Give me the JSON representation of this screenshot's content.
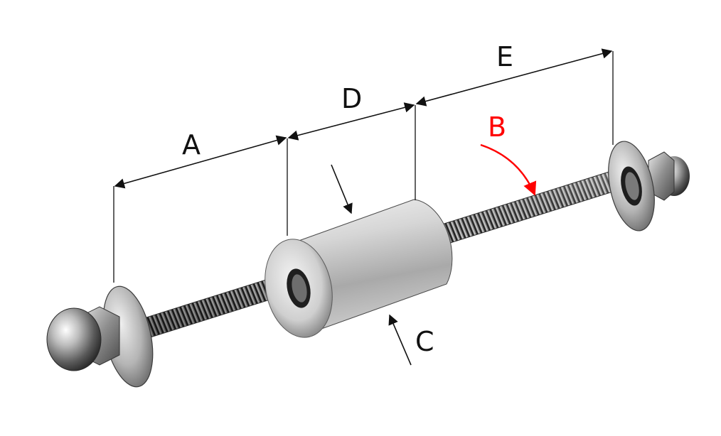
{
  "labels": {
    "A": "A",
    "B": "B",
    "C": "C",
    "D": "D",
    "E": "E"
  },
  "colors": {
    "dimension": "#111111",
    "highlight": "#ff0000",
    "steel_light": "#e8e8e8",
    "steel_dark": "#3a3a3a"
  },
  "parts": [
    "acorn-nut-left",
    "washer-left",
    "threaded-rod",
    "spacer-tube",
    "washer-right",
    "acorn-nut-right"
  ]
}
